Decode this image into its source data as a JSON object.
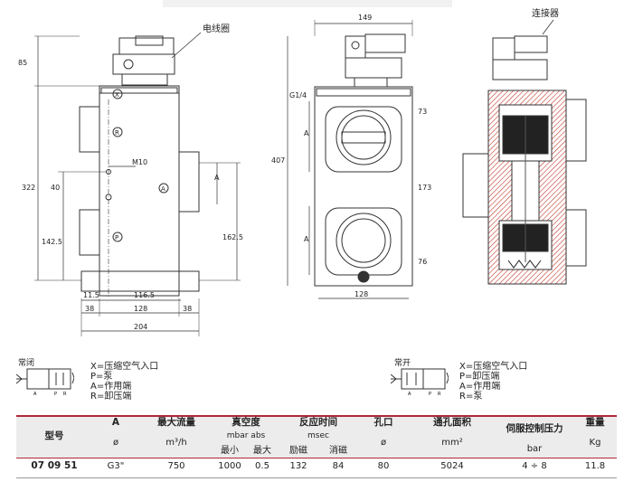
{
  "drawing": {
    "left_view": {
      "callout": "电线圈",
      "dims": [
        "85",
        "322",
        "40",
        "M10",
        "A",
        "142.5",
        "162.5",
        "11.5",
        "116.5",
        "38",
        "128",
        "38",
        "204"
      ],
      "ports": [
        "X",
        "R",
        "A",
        "P"
      ]
    },
    "middle_view": {
      "dims": [
        "149",
        "G1/4",
        "73",
        "A",
        "407",
        "173",
        "A",
        "76",
        "128"
      ]
    },
    "right_view": {
      "callout": "连接器"
    }
  },
  "symbols": {
    "nc": {
      "title": "常闭",
      "ports": [
        "A",
        "P",
        "R"
      ],
      "legend": [
        "X=压缩空气入口",
        "P=泵",
        "A=作用端",
        "R=卸压端"
      ]
    },
    "no": {
      "title": "常开",
      "ports": [
        "A",
        "P",
        "R"
      ],
      "legend": [
        "X=压缩空气入口",
        "P=卸压端",
        "A=作用端",
        "R=泵"
      ]
    }
  },
  "table": {
    "headers": {
      "model": "型号",
      "a": "A",
      "flow": "最大流量",
      "vacuum": "真空度",
      "response": "反应时间",
      "orifice": "孔口",
      "area": "通孔面积",
      "pilot": "伺服控制压力",
      "weight": "重量"
    },
    "units": {
      "a": "ø",
      "flow": "m³/h",
      "vacuum": "mbar abs",
      "vacuum_min": "最小",
      "vacuum_max": "最大",
      "response": "msec",
      "response_on": "励磁",
      "response_off": "消磁",
      "orifice": "ø",
      "area": "mm²",
      "pilot": "bar",
      "weight": "Kg"
    },
    "rows": [
      {
        "model": "07 09 51",
        "a": "G3\"",
        "flow": "750",
        "vac_min": "1000",
        "vac_max": "0.5",
        "resp_on": "132",
        "resp_off": "84",
        "orifice": "80",
        "area": "5024",
        "pilot": "4 ÷ 8",
        "weight": "11.8"
      }
    ]
  }
}
